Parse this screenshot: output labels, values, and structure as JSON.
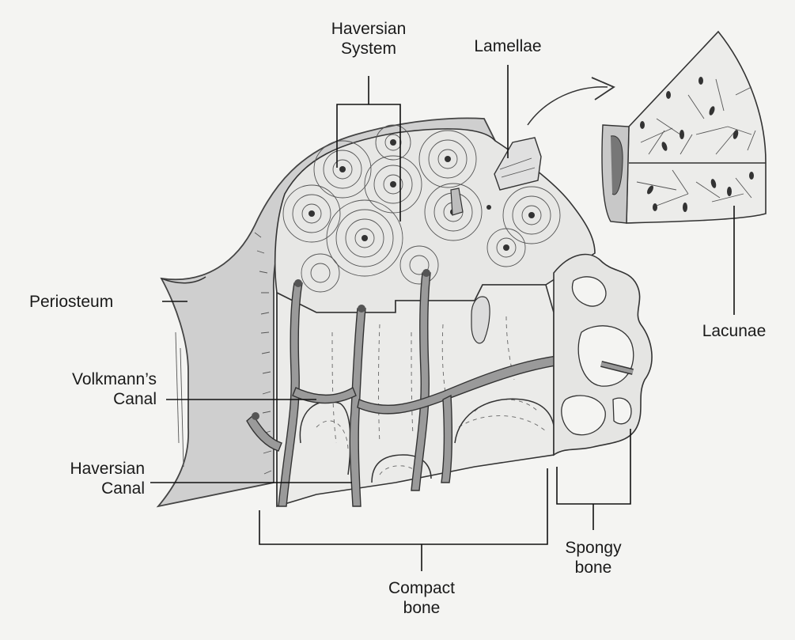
{
  "labels": {
    "haversian_system": [
      "Haversian",
      "System"
    ],
    "lamellae": "Lamellae",
    "periosteum": "Periosteum",
    "volkmanns_canal": [
      "Volkmann’s",
      "Canal"
    ],
    "haversian_canal": [
      "Haversian",
      "Canal"
    ],
    "compact_bone": [
      "Compact",
      "bone"
    ],
    "spongy_bone": [
      "Spongy",
      "bone"
    ],
    "lacunae": "Lacunae"
  }
}
